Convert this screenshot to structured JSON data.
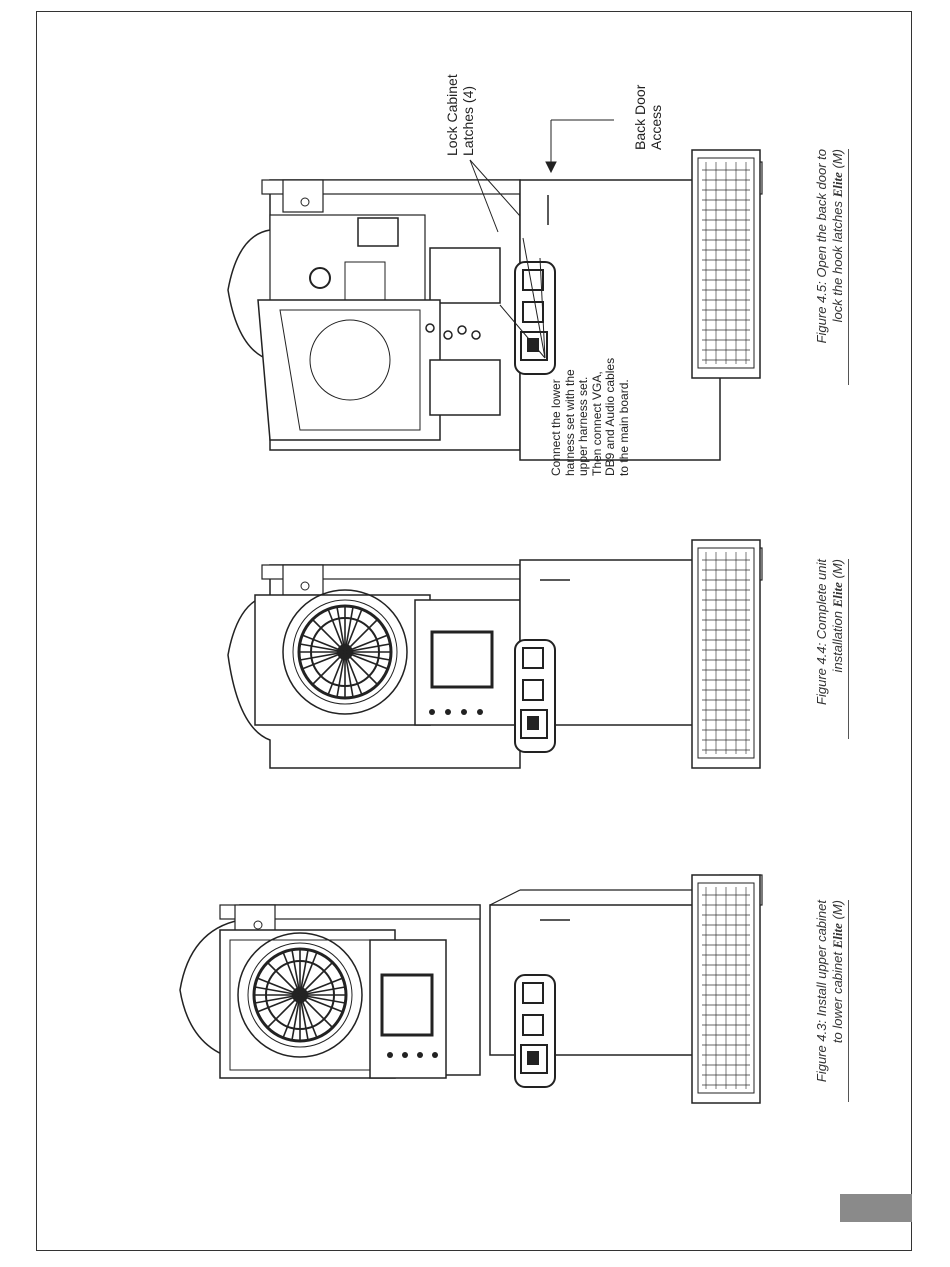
{
  "figures": [
    {
      "id": "fig-4-3",
      "caption_line1": "Figure 4.3: Install upper cabinet",
      "caption_line2_prefix": "to lower cabinet ",
      "brand": "Elite",
      "caption_suffix": " (M)"
    },
    {
      "id": "fig-4-4",
      "caption_line1": "Figure 4.4: Complete unit",
      "caption_line2_prefix": "installation ",
      "brand": "Elite",
      "caption_suffix": " (M)"
    },
    {
      "id": "fig-4-5",
      "caption_line1": "Figure 4.5: Open the back door to",
      "caption_line2_prefix": "lock the hook latches ",
      "brand": "Elite",
      "caption_suffix": " (M)"
    }
  ],
  "callouts": {
    "lock_latches": [
      "Lock Cabinet",
      "Latches (4)"
    ],
    "back_door": [
      "Back Door",
      "Access"
    ],
    "harness": [
      "Connect the lower",
      "harness set with the",
      "upper harness set.",
      "Then connect VGA,",
      "DB9 and Audio cables",
      "to the main board."
    ]
  },
  "colors": {
    "line": "#222222",
    "tab": "#8a8a8a"
  }
}
